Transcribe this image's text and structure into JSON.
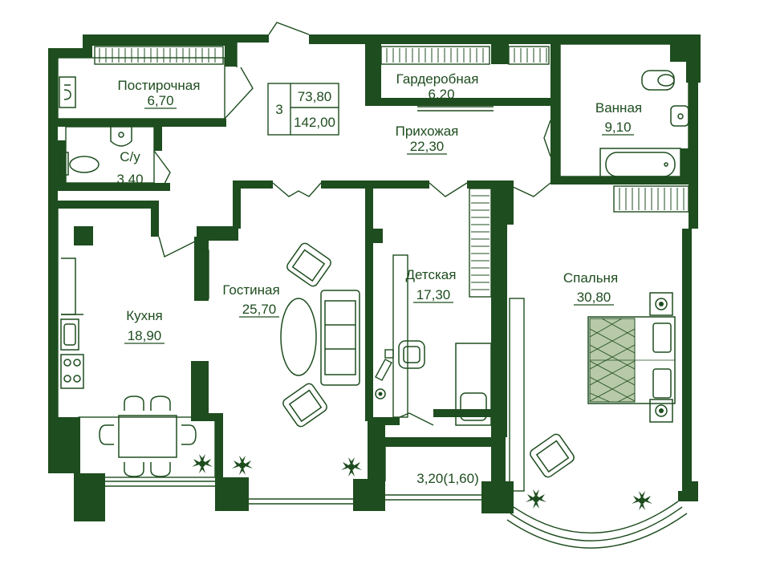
{
  "colors": {
    "wall": "#1e4d1f",
    "background": "#ffffff"
  },
  "summary": {
    "rooms_count": "3",
    "living_area": "73,80",
    "total_area": "142,00"
  },
  "rooms": [
    {
      "name": "Постирочная",
      "area": "6,70"
    },
    {
      "name": "Гардеробная",
      "area": "6,20"
    },
    {
      "name": "Ванная",
      "area": "9,10"
    },
    {
      "name": "С/у",
      "area": "3,40"
    },
    {
      "name": "Прихожая",
      "area": "22,30"
    },
    {
      "name": "Кухня",
      "area": "18,90"
    },
    {
      "name": "Гостиная",
      "area": "25,70"
    },
    {
      "name": "Детская",
      "area": "17,30"
    },
    {
      "name": "Спальня",
      "area": "30,80"
    }
  ],
  "balcony": {
    "label": "3,20(1,60)"
  },
  "icons": [
    "washing-machine-icon",
    "toilet-icon",
    "sink-icon",
    "bathtub-icon",
    "stove-icon",
    "bed-icon",
    "sofa-icon",
    "armchair-icon",
    "plant-icon",
    "wardrobe-icon",
    "lamp-icon"
  ]
}
